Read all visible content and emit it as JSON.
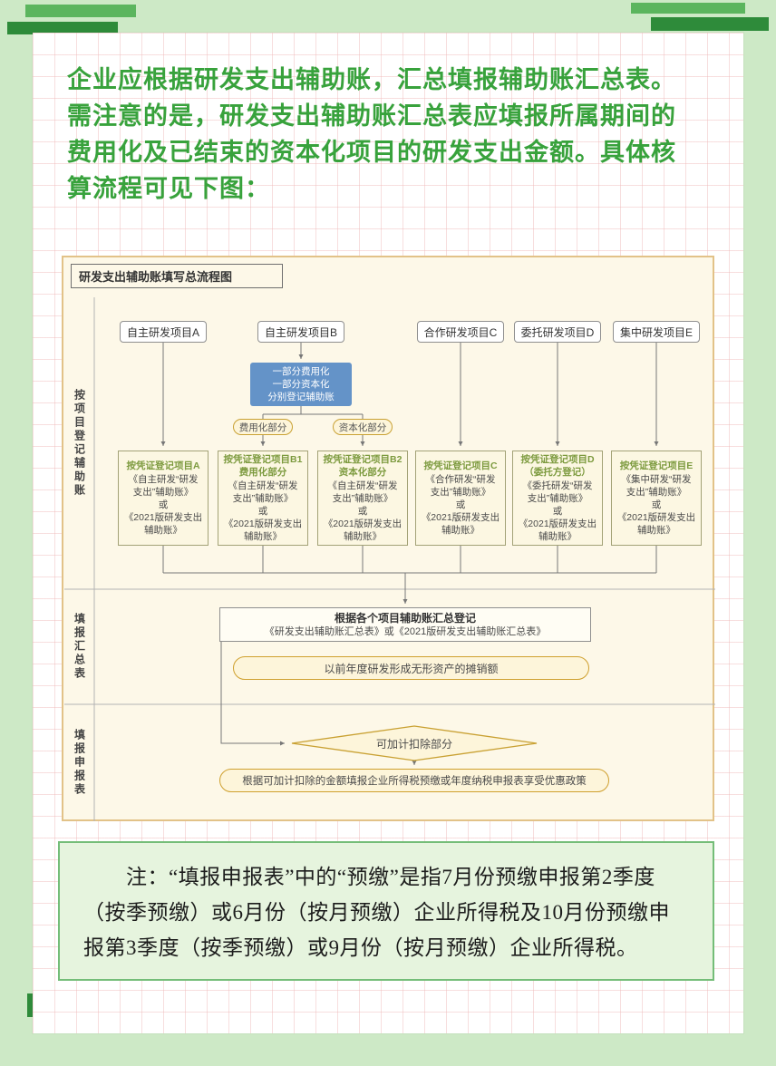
{
  "colors": {
    "page_bg": "#cde9c6",
    "intro_green": "#38a23c",
    "flow_bg": "#fdf8e8",
    "flow_border": "#e2c288",
    "blue_box": "#6493c8",
    "pill_border": "#c9a133",
    "note_bg": "#e6f4de",
    "note_border": "#74bd78",
    "decor_dark_green": "#2e8b3a",
    "decor_mid_green": "#5bb55e"
  },
  "intro": {
    "text": "企业应根据研发支出辅助账，汇总填报辅助账汇总表。\n需注意的是，研发支出辅助账汇总表应填报所属期间的\n费用化及已结束的资本化项目的研发支出金额。具体核\n算流程可见下图："
  },
  "flowchart": {
    "title": "研发支出辅助账填写总流程图",
    "sections": [
      "按项目登记辅助账",
      "填报汇总表",
      "填报申报表"
    ],
    "projects": [
      "自主研发项目A",
      "自主研发项目B",
      "合作研发项目C",
      "委托研发项目D",
      "集中研发项目E"
    ],
    "split_box": "一部分费用化\n一部分资本化\n分别登记辅助账",
    "branch_left": "费用化部分",
    "branch_right": "资本化部分",
    "ledgers": [
      {
        "heading": "按凭证登记项目A",
        "body": "《自主研发“研发\n支出”辅助账》\n或\n《2021版研发支出\n辅助账》"
      },
      {
        "heading": "按凭证登记项目B1\n费用化部分",
        "body": "《自主研发“研发\n支出”辅助账》\n或\n《2021版研发支出\n辅助账》"
      },
      {
        "heading": "按凭证登记项目B2\n资本化部分",
        "body": "《自主研发“研发\n支出”辅助账》\n或\n《2021版研发支出\n辅助账》"
      },
      {
        "heading": "按凭证登记项目C",
        "body": "《合作研发“研发\n支出”辅助账》\n或\n《2021版研发支出\n辅助账》"
      },
      {
        "heading": "按凭证登记项目D\n（委托方登记）",
        "body": "《委托研发“研发\n支出”辅助账》\n或\n《2021版研发支出\n辅助账》"
      },
      {
        "heading": "按凭证登记项目E",
        "body": "《集中研发“研发\n支出”辅助账》\n或\n《2021版研发支出\n辅助账》"
      }
    ],
    "summary_line1": "根据各个项目辅助账汇总登记",
    "summary_line2": "《研发支出辅助账汇总表》或《2021版研发支出辅助账汇总表》",
    "amortization": "以前年度研发形成无形资产的摊销额",
    "decision": "可加计扣除部分",
    "final": "根据可加计扣除的金额填报企业所得税预缴或年度纳税申报表享受优惠政策"
  },
  "note": {
    "text": "　　注：“填报申报表”中的“预缴”是指7月份预缴申报第2季度\n（按季预缴）或6月份（按月预缴）企业所得税及10月份预缴申\n报第3季度（按季预缴）或9月份（按月预缴）企业所得税。"
  }
}
